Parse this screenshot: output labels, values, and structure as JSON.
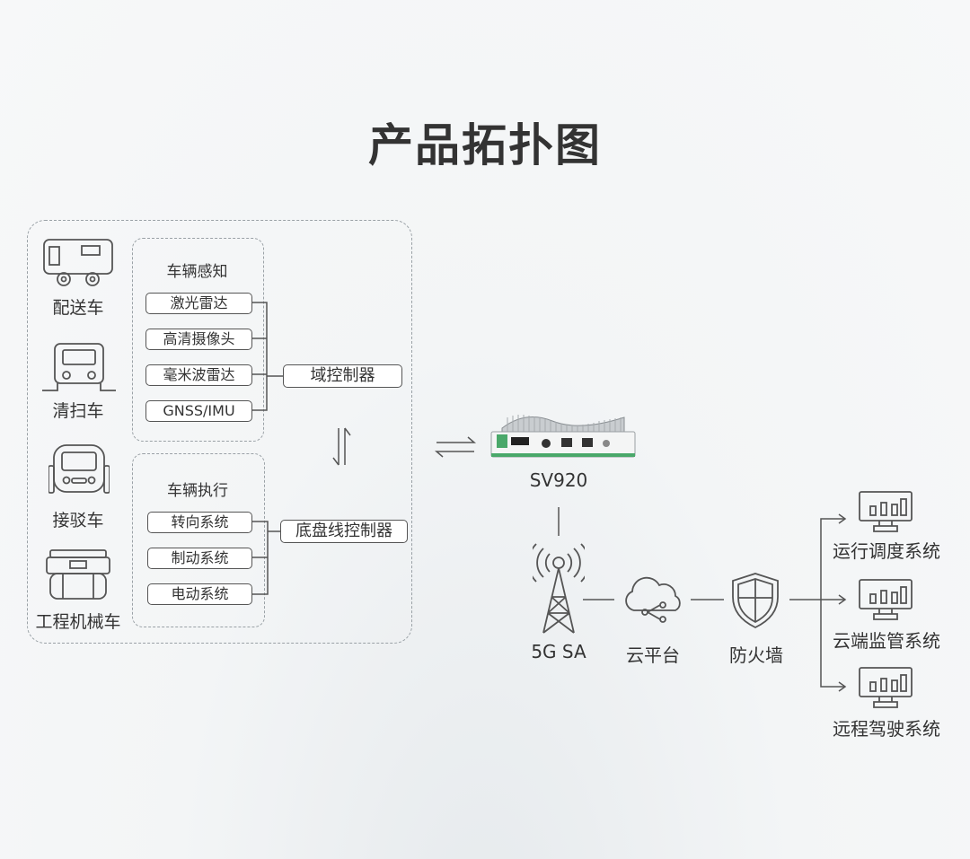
{
  "title": "产品拓扑图",
  "vehicles": [
    "配送车",
    "清扫车",
    "接驳车",
    "工程机械车"
  ],
  "perception": {
    "title": "车辆感知",
    "items": [
      "激光雷达",
      "高清摄像头",
      "毫米波雷达",
      "GNSS/IMU"
    ]
  },
  "execution": {
    "title": "车辆执行",
    "items": [
      "转向系统",
      "制动系统",
      "电动系统"
    ]
  },
  "domain_controller": "域控制器",
  "chassis_controller": "底盘线控制器",
  "device": {
    "name": "SV920"
  },
  "network": {
    "base_station": "5G SA",
    "cloud": "云平台",
    "firewall": "防火墙"
  },
  "systems": [
    "运行调度系统",
    "云端监管系统",
    "远程驾驶系统"
  ],
  "colors": {
    "line": "#555555",
    "dashed": "#9aa1a6",
    "device_accent": "#2e9e5b"
  }
}
